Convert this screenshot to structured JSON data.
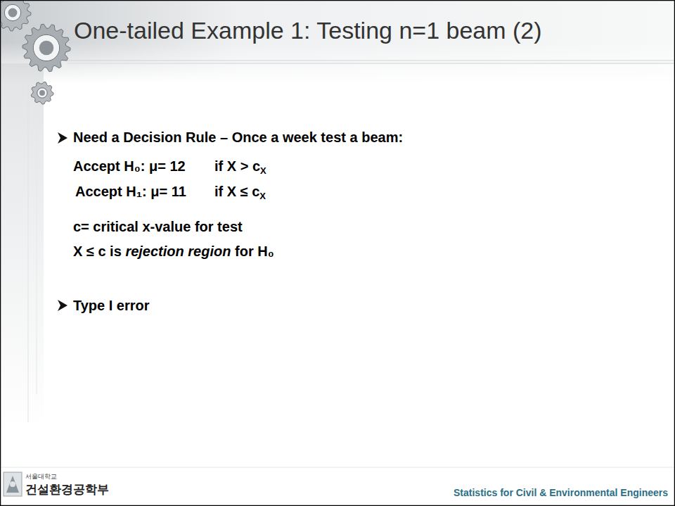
{
  "diagram": {
    "title": "One-tailed Example 1: Testing n=1 beam (2)",
    "labels": [
      "Need a Decision Rule – Once a week test a beam:",
      "Accept H₀: μ= 12",
      "if X > c",
      "X",
      "Accept H₁: μ= 11",
      "if X ≤ c",
      "X",
      "c= critical x-value for test",
      "X ≤ c is",
      "rejection region",
      "for H₀",
      "Type I error",
      "서울대학교",
      "건설환경공학부",
      "Statistics for Civil & Environmental Engineers"
    ]
  }
}
